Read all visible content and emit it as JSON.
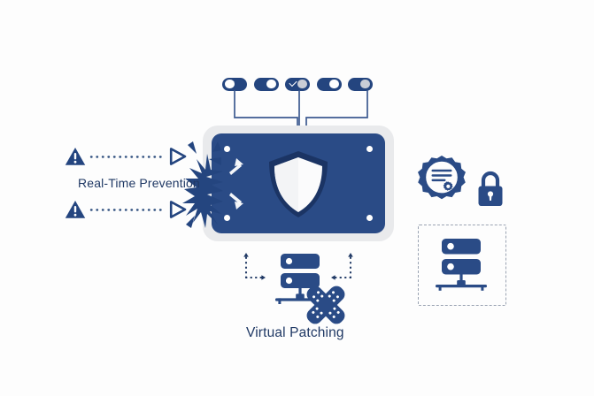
{
  "diagram": {
    "title": "Real-Time Prevention and Virtual Patching security diagram",
    "background_color": "#fdfdfd",
    "primary_blue": "#2a4b86",
    "dark_navy": "#1f3864",
    "deep_navy": "#1b3464",
    "frame_gray": "#e9eaec",
    "dashed_gray": "#9aa3b2",
    "white": "#ffffff",
    "knob_gray": "#c9cdd6"
  },
  "labels": {
    "real_time_prevention": "Real-Time Prevention",
    "virtual_patching": "Virtual Patching"
  },
  "toggles": [
    {
      "name": "toggle-1",
      "state": "on",
      "knob_side": "left",
      "knob_color": "white",
      "has_check": true,
      "check_side": "left"
    },
    {
      "name": "toggle-2",
      "state": "on",
      "knob_side": "right",
      "knob_color": "white",
      "has_check": false,
      "check_side": ""
    },
    {
      "name": "toggle-3",
      "state": "on",
      "knob_side": "right",
      "knob_color": "gray",
      "has_check": true,
      "check_side": "left"
    },
    {
      "name": "toggle-4",
      "state": "on",
      "knob_side": "right",
      "knob_color": "white",
      "has_check": false,
      "check_side": ""
    },
    {
      "name": "toggle-5",
      "state": "on",
      "knob_side": "right",
      "knob_color": "gray",
      "has_check": false,
      "check_side": ""
    }
  ],
  "icons": {
    "warning_top": "warning-triangle-icon",
    "warning_bottom": "warning-triangle-icon",
    "arrow_top": "play-arrow-icon",
    "arrow_bottom": "play-arrow-icon",
    "impact": "impact-burst-icon",
    "shield": "shield-icon",
    "certificate": "certificate-seal-icon",
    "padlock": "padlock-icon",
    "server_right": "server-rack-icon",
    "server_patching": "server-rack-icon",
    "bandages": "crossed-bandage-icon",
    "arrow_left_curve": "dashed-curved-arrow-icon",
    "arrow_right_curve": "dashed-curved-arrow-icon",
    "dotted_line_top": "dotted-attack-path",
    "dotted_line_bottom": "dotted-attack-path"
  },
  "connectors": {
    "toggle_to_plate": "bracket-connector-lines",
    "count": 3
  }
}
